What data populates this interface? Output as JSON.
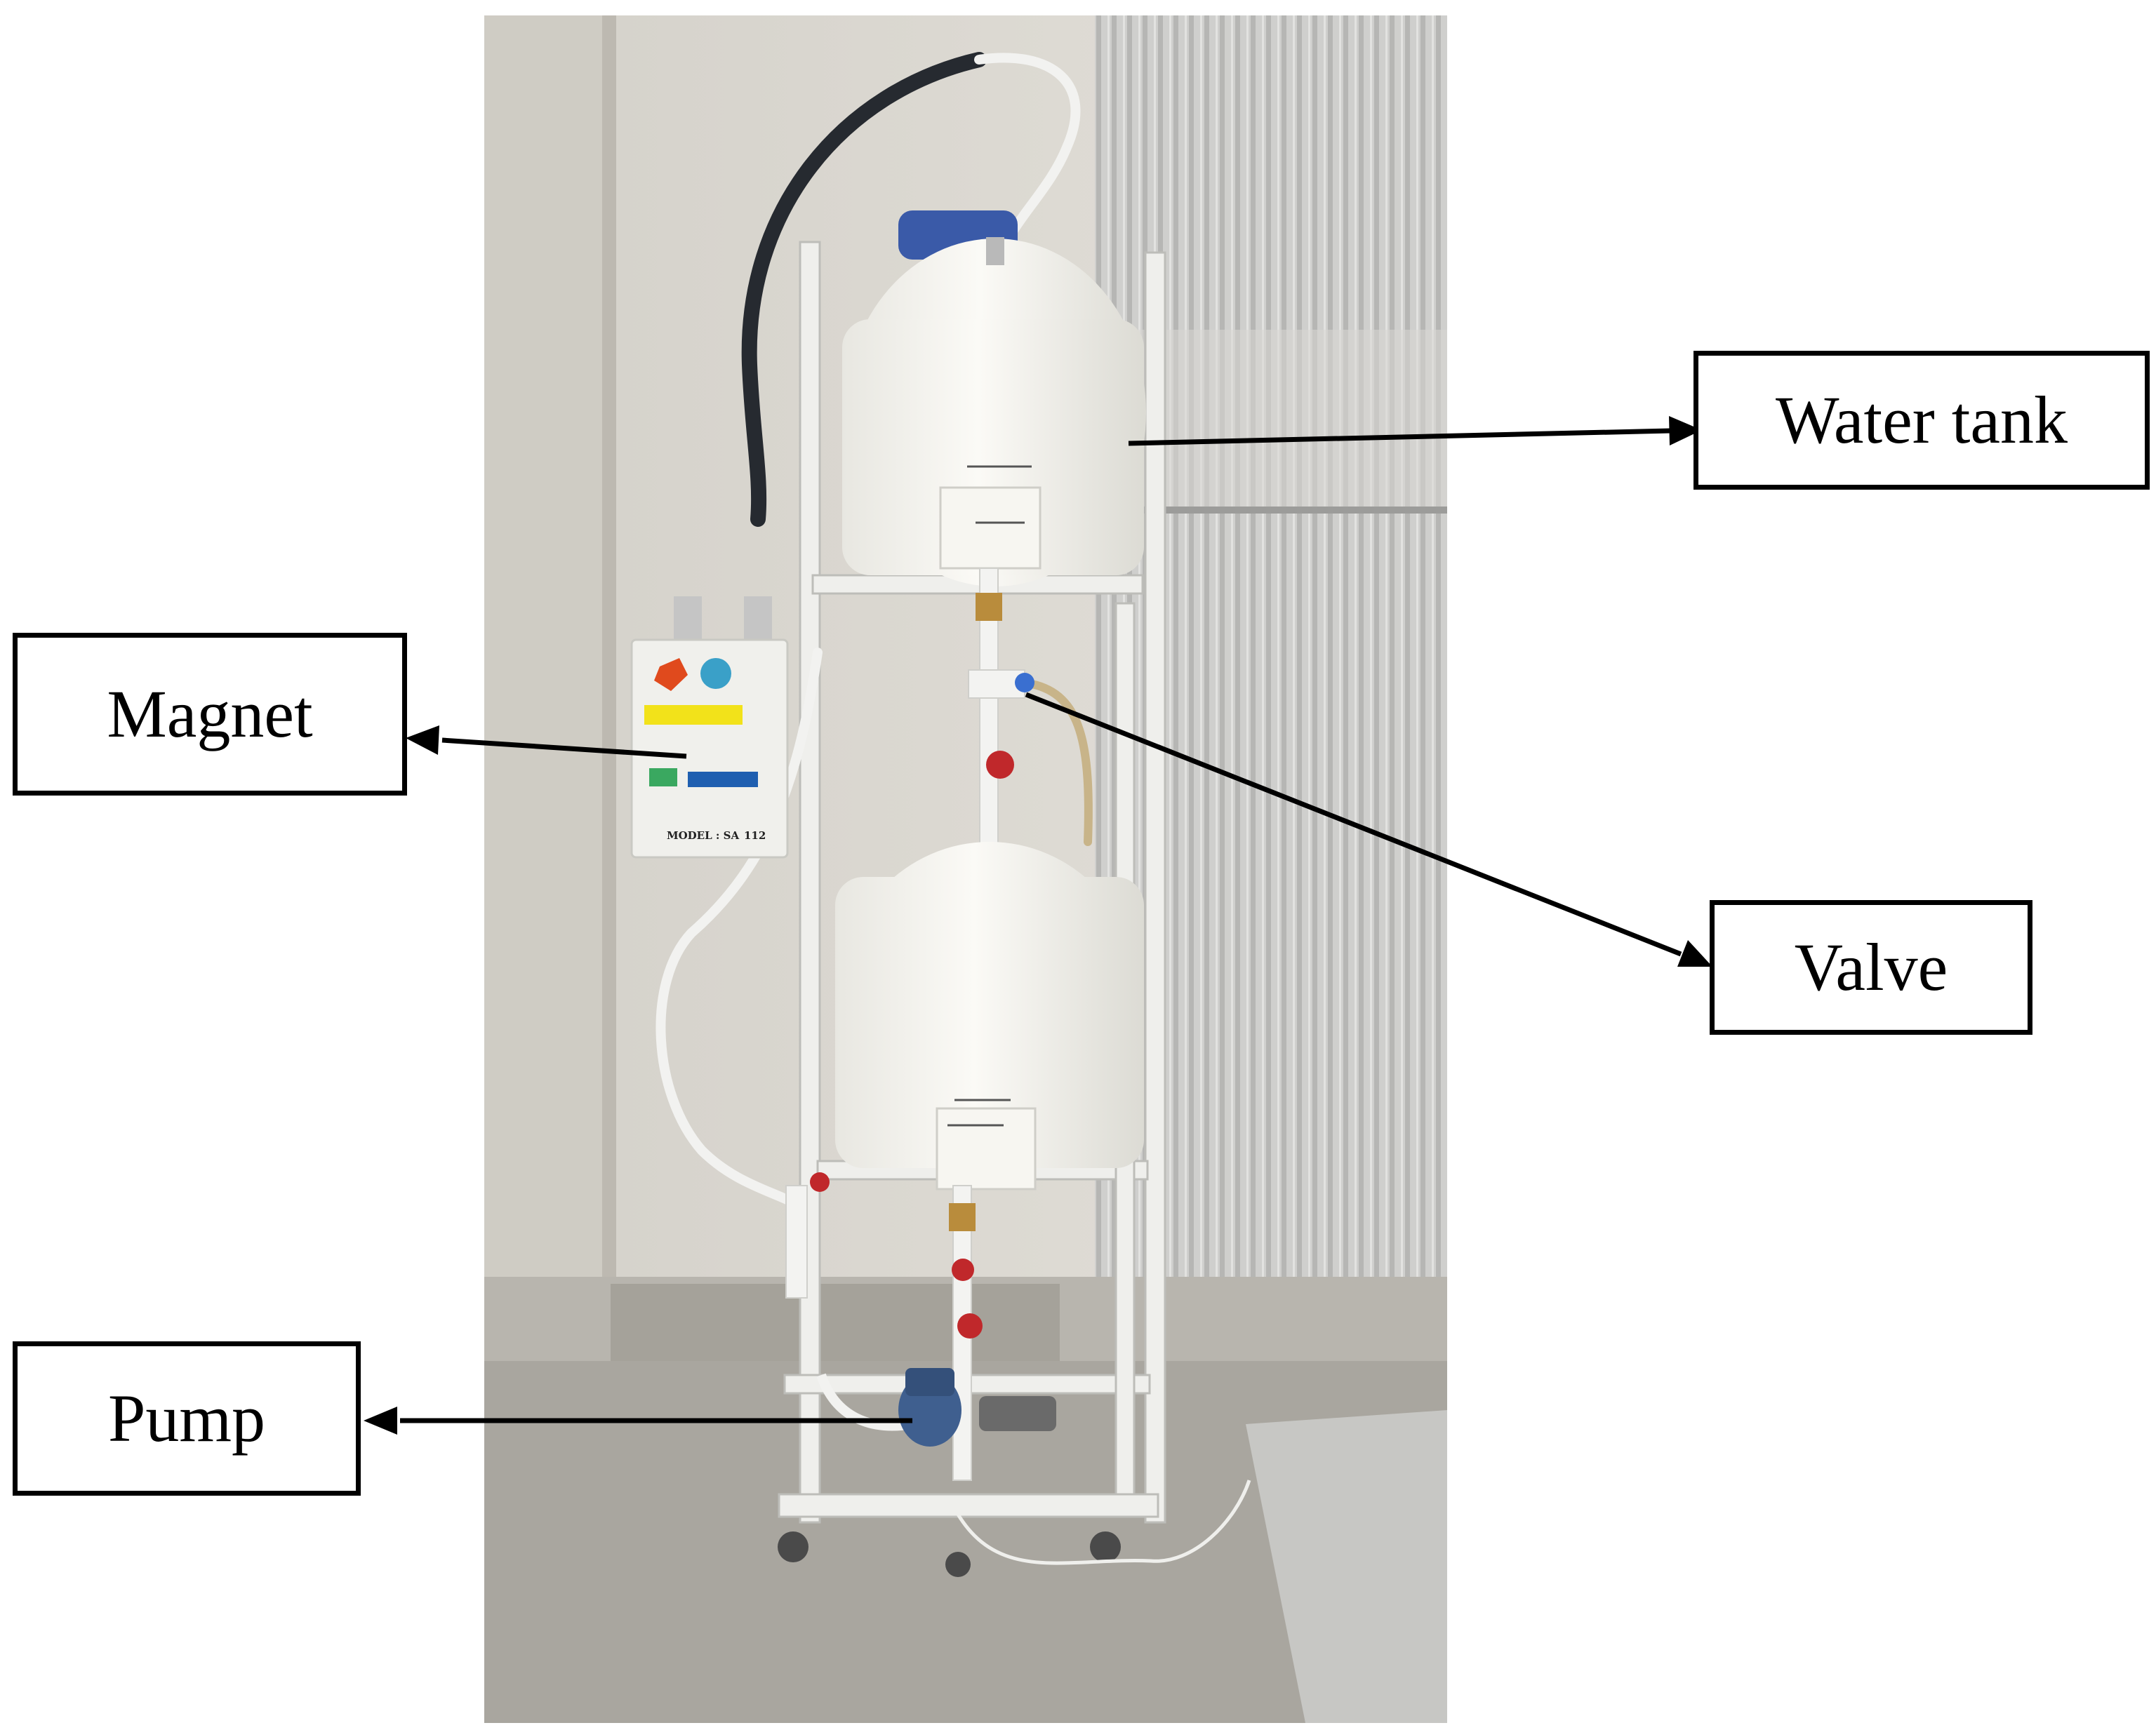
{
  "labels": {
    "water_tank": "Water tank",
    "magnet": "Magnet",
    "valve": "Valve",
    "pump": "Pump"
  },
  "device": {
    "model_text": "MODEL : SA",
    "model_suffix": "112"
  },
  "colors": {
    "background": "#ffffff",
    "outline": "#000000",
    "wall": "#d9d6cf",
    "shutter": "#c9c9c7",
    "floor": "#b9b7b2",
    "tank": "#f4f3ee",
    "frame": "#efefec",
    "hose_black": "#262a30",
    "valve_red": "#c0282b",
    "pump_blue": "#3f5f8f"
  }
}
